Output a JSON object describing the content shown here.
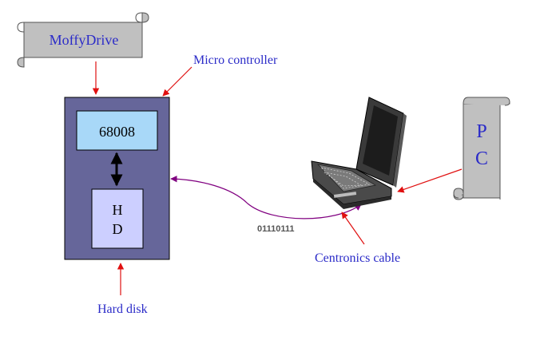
{
  "banners": {
    "moffydrive": "MoffyDrive",
    "pc_line1": "P",
    "pc_line2": "C"
  },
  "labels": {
    "micro_controller": "Micro controller",
    "hard_disk": "Hard disk",
    "centronics_cable": "Centronics cable",
    "data_bits": "01110111"
  },
  "blocks": {
    "cpu": "68008",
    "hd_line1": "H",
    "hd_line2": "D"
  },
  "colors": {
    "text_blue": "#2b2bc8",
    "arrow_red": "#e01010",
    "cable_purple": "#800080",
    "board_fill": "#66669a",
    "cpu_fill": "#a8d8f8",
    "hd_fill": "#cccfff",
    "scroll_fill": "#c0c0c0"
  },
  "icons": {
    "computer": "laptop-computer-icon"
  }
}
